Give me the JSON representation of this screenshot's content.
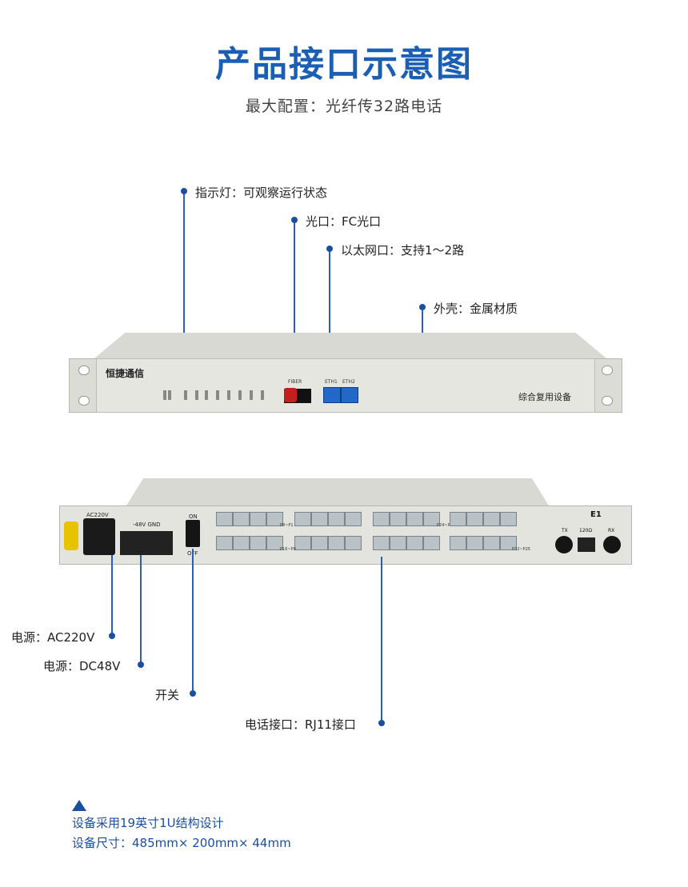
{
  "header": {
    "title": "产品接口示意图",
    "subtitle": "最大配置：光纤传32路电话"
  },
  "front_callouts": {
    "indicator": "指示灯：可观察运行状态",
    "optical": "光口：FC光口",
    "ethernet": "以太网口：支持1～2路",
    "shell": "外壳：金属材质"
  },
  "front_panel": {
    "brand": "恒捷通信",
    "product_label": "综合复用设备",
    "fiber_label": "FIBER",
    "eth1_label": "ETH1",
    "eth2_label": "ETH2"
  },
  "rear_panel": {
    "ac_label": "AC220V",
    "dc_label": "-48V GND",
    "switch_on": "ON",
    "switch_off": "OFF",
    "groups": [
      "P8~P1",
      "P16~P9",
      "P24~P17",
      "P32~P25"
    ],
    "e1_title": "E1",
    "e1_tx": "TX",
    "e1_120": "120Ω",
    "e1_rx": "RX"
  },
  "rear_callouts": {
    "ac": "电源：AC220V",
    "dc": "电源：DC48V",
    "switch": "开关",
    "phone": "电话接口：RJ11接口"
  },
  "footer": {
    "line1": "设备采用19英寸1U结构设计",
    "line2": "设备尺寸：485mm× 200mm× 44mm"
  },
  "colors": {
    "accent": "#1a5fb4",
    "callout_line": "#2a5fb8"
  }
}
